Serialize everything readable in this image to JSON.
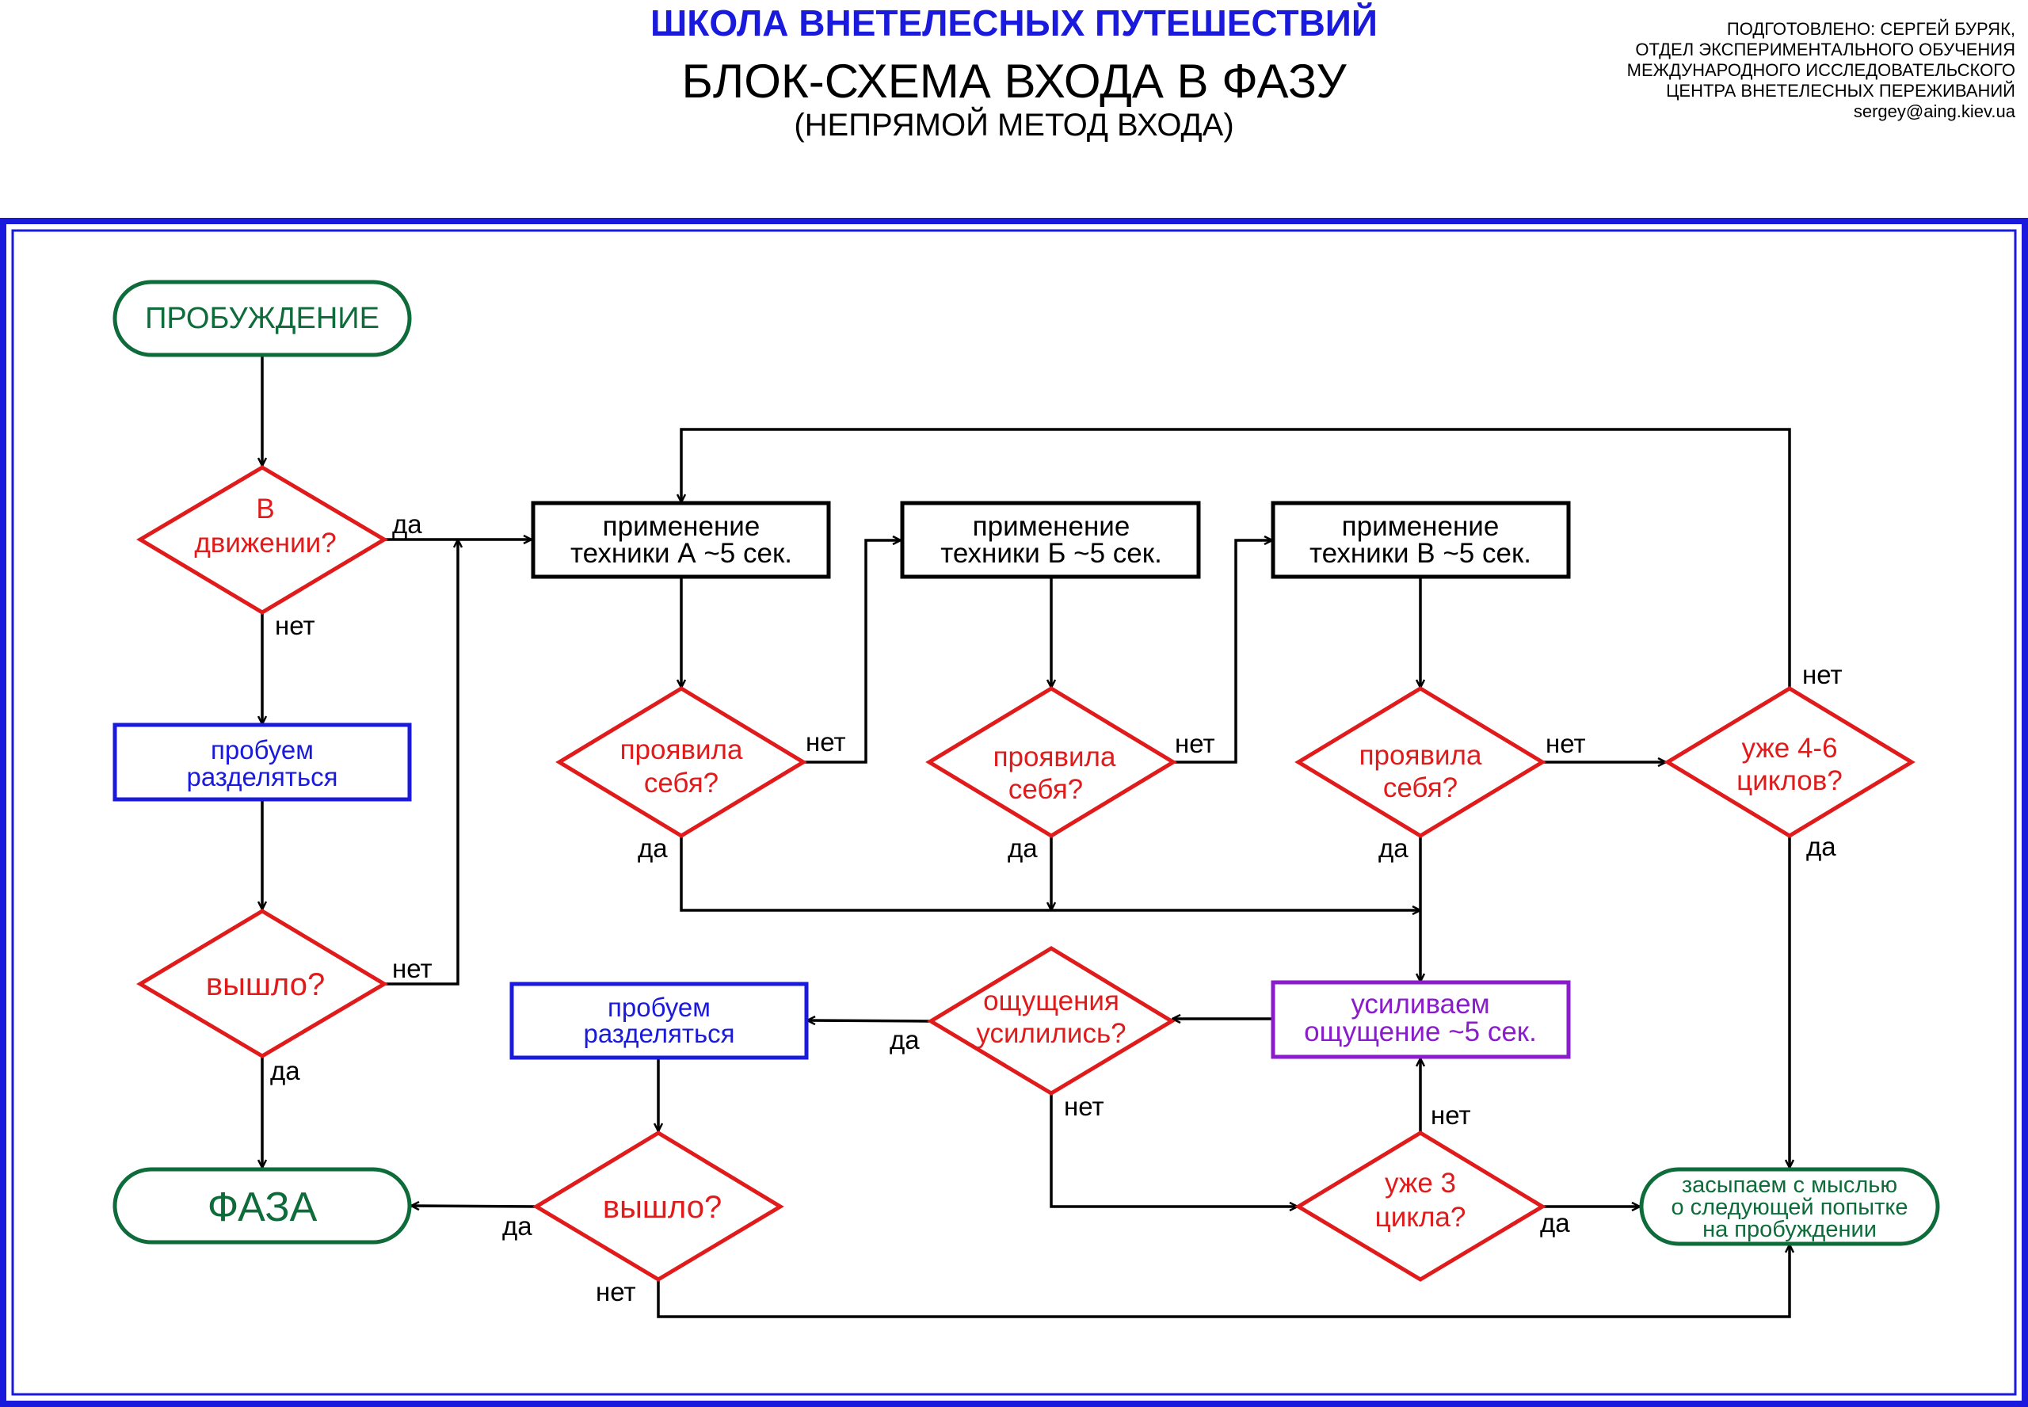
{
  "header": {
    "title": "ШКОЛА ВНЕТЕЛЕСНЫХ ПУТЕШЕСТВИЙ",
    "subtitle": "БЛОК-СХЕМА ВХОДА В ФАЗУ",
    "subtitle2": "(НЕПРЯМОЙ МЕТОД ВХОДА)"
  },
  "credits": [
    "ПОДГОТОВЛЕНО: СЕРГЕЙ БУРЯК,",
    "ОТДЕЛ ЭКСПЕРИМЕНТАЛЬНОГО ОБУЧЕНИЯ",
    "МЕЖДУНАРОДНОГО ИССЛЕДОВАТЕЛЬСКОГО",
    "ЦЕНТРА ВНЕТЕЛЕСНЫХ ПЕРЕЖИВАНИЙ",
    "sergey@aing.kiev.ua"
  ],
  "colors": {
    "frame": "#1a1adc",
    "terminal": "#0e6b3a",
    "decision": "#e01b1b",
    "action_blue": "#1a1adc",
    "action_black": "#000000",
    "action_purple": "#8a1ccc",
    "line": "#000000"
  },
  "nodes": {
    "wake": "ПРОБУЖДЕНИЕ",
    "d_motion": [
      "В",
      "движении?"
    ],
    "sep1": [
      "пробуем",
      "разделяться"
    ],
    "d_out1": "вышло?",
    "phase": "ФАЗА",
    "techA": [
      "применение",
      "техники А ~5 сек."
    ],
    "techB": [
      "применение",
      "техники Б ~5 сек."
    ],
    "techC": [
      "применение",
      "техники В ~5 сек."
    ],
    "dA": [
      "проявила",
      "себя?"
    ],
    "dB": [
      "проявила",
      "себя?"
    ],
    "dC": [
      "проявила",
      "себя?"
    ],
    "d46": [
      "уже 4-6",
      "циклов?"
    ],
    "amplify": [
      "усиливаем",
      "ощущение ~5 сек."
    ],
    "d_sens": [
      "ощущения",
      "усилились?"
    ],
    "sep2": [
      "пробуем",
      "разделяться"
    ],
    "d_out2": "вышло?",
    "d3": [
      "уже 3",
      "цикла?"
    ],
    "sleep": [
      "засыпаем с мыслью",
      "о следующей попытке",
      "на пробуждении"
    ]
  },
  "labels": {
    "motion_yes": "да",
    "motion_no": "нет",
    "out1_no": "нет",
    "out1_yes": "да",
    "dA_no": "нет",
    "dA_yes": "да",
    "dB_no": "нет",
    "dB_yes": "да",
    "dC_no": "нет",
    "dC_yes": "да",
    "d46_no": "нет",
    "d46_yes": "да",
    "sens_yes": "да",
    "sens_no": "нет",
    "d3_no": "нет",
    "d3_yes": "да",
    "out2_yes": "да",
    "out2_no": "нет"
  }
}
